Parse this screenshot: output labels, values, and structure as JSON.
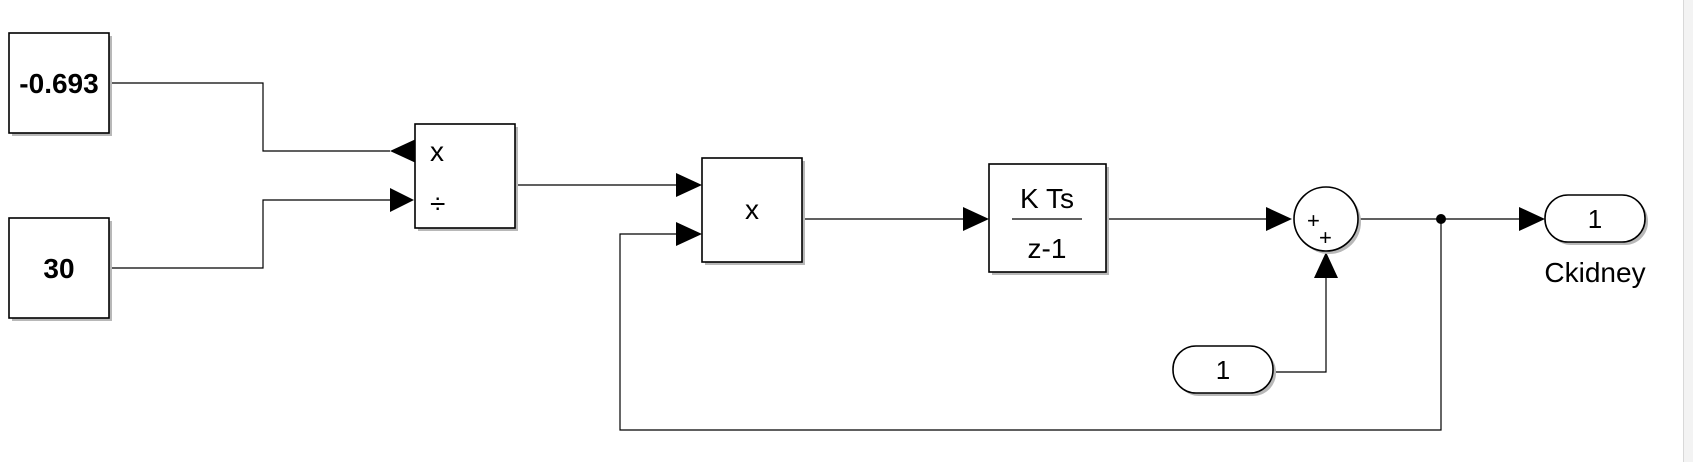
{
  "constants": {
    "c1": "-0.693",
    "c2": "30"
  },
  "product_divide": {
    "in1_op": "x",
    "in2_op": "÷"
  },
  "product": {
    "label": "x"
  },
  "integrator": {
    "numerator": "K Ts",
    "denominator": "z-1"
  },
  "sum": {
    "sign1": "+",
    "sign2": "+"
  },
  "inport": {
    "number": "1"
  },
  "outport": {
    "number": "1",
    "name": "Ckidney"
  }
}
